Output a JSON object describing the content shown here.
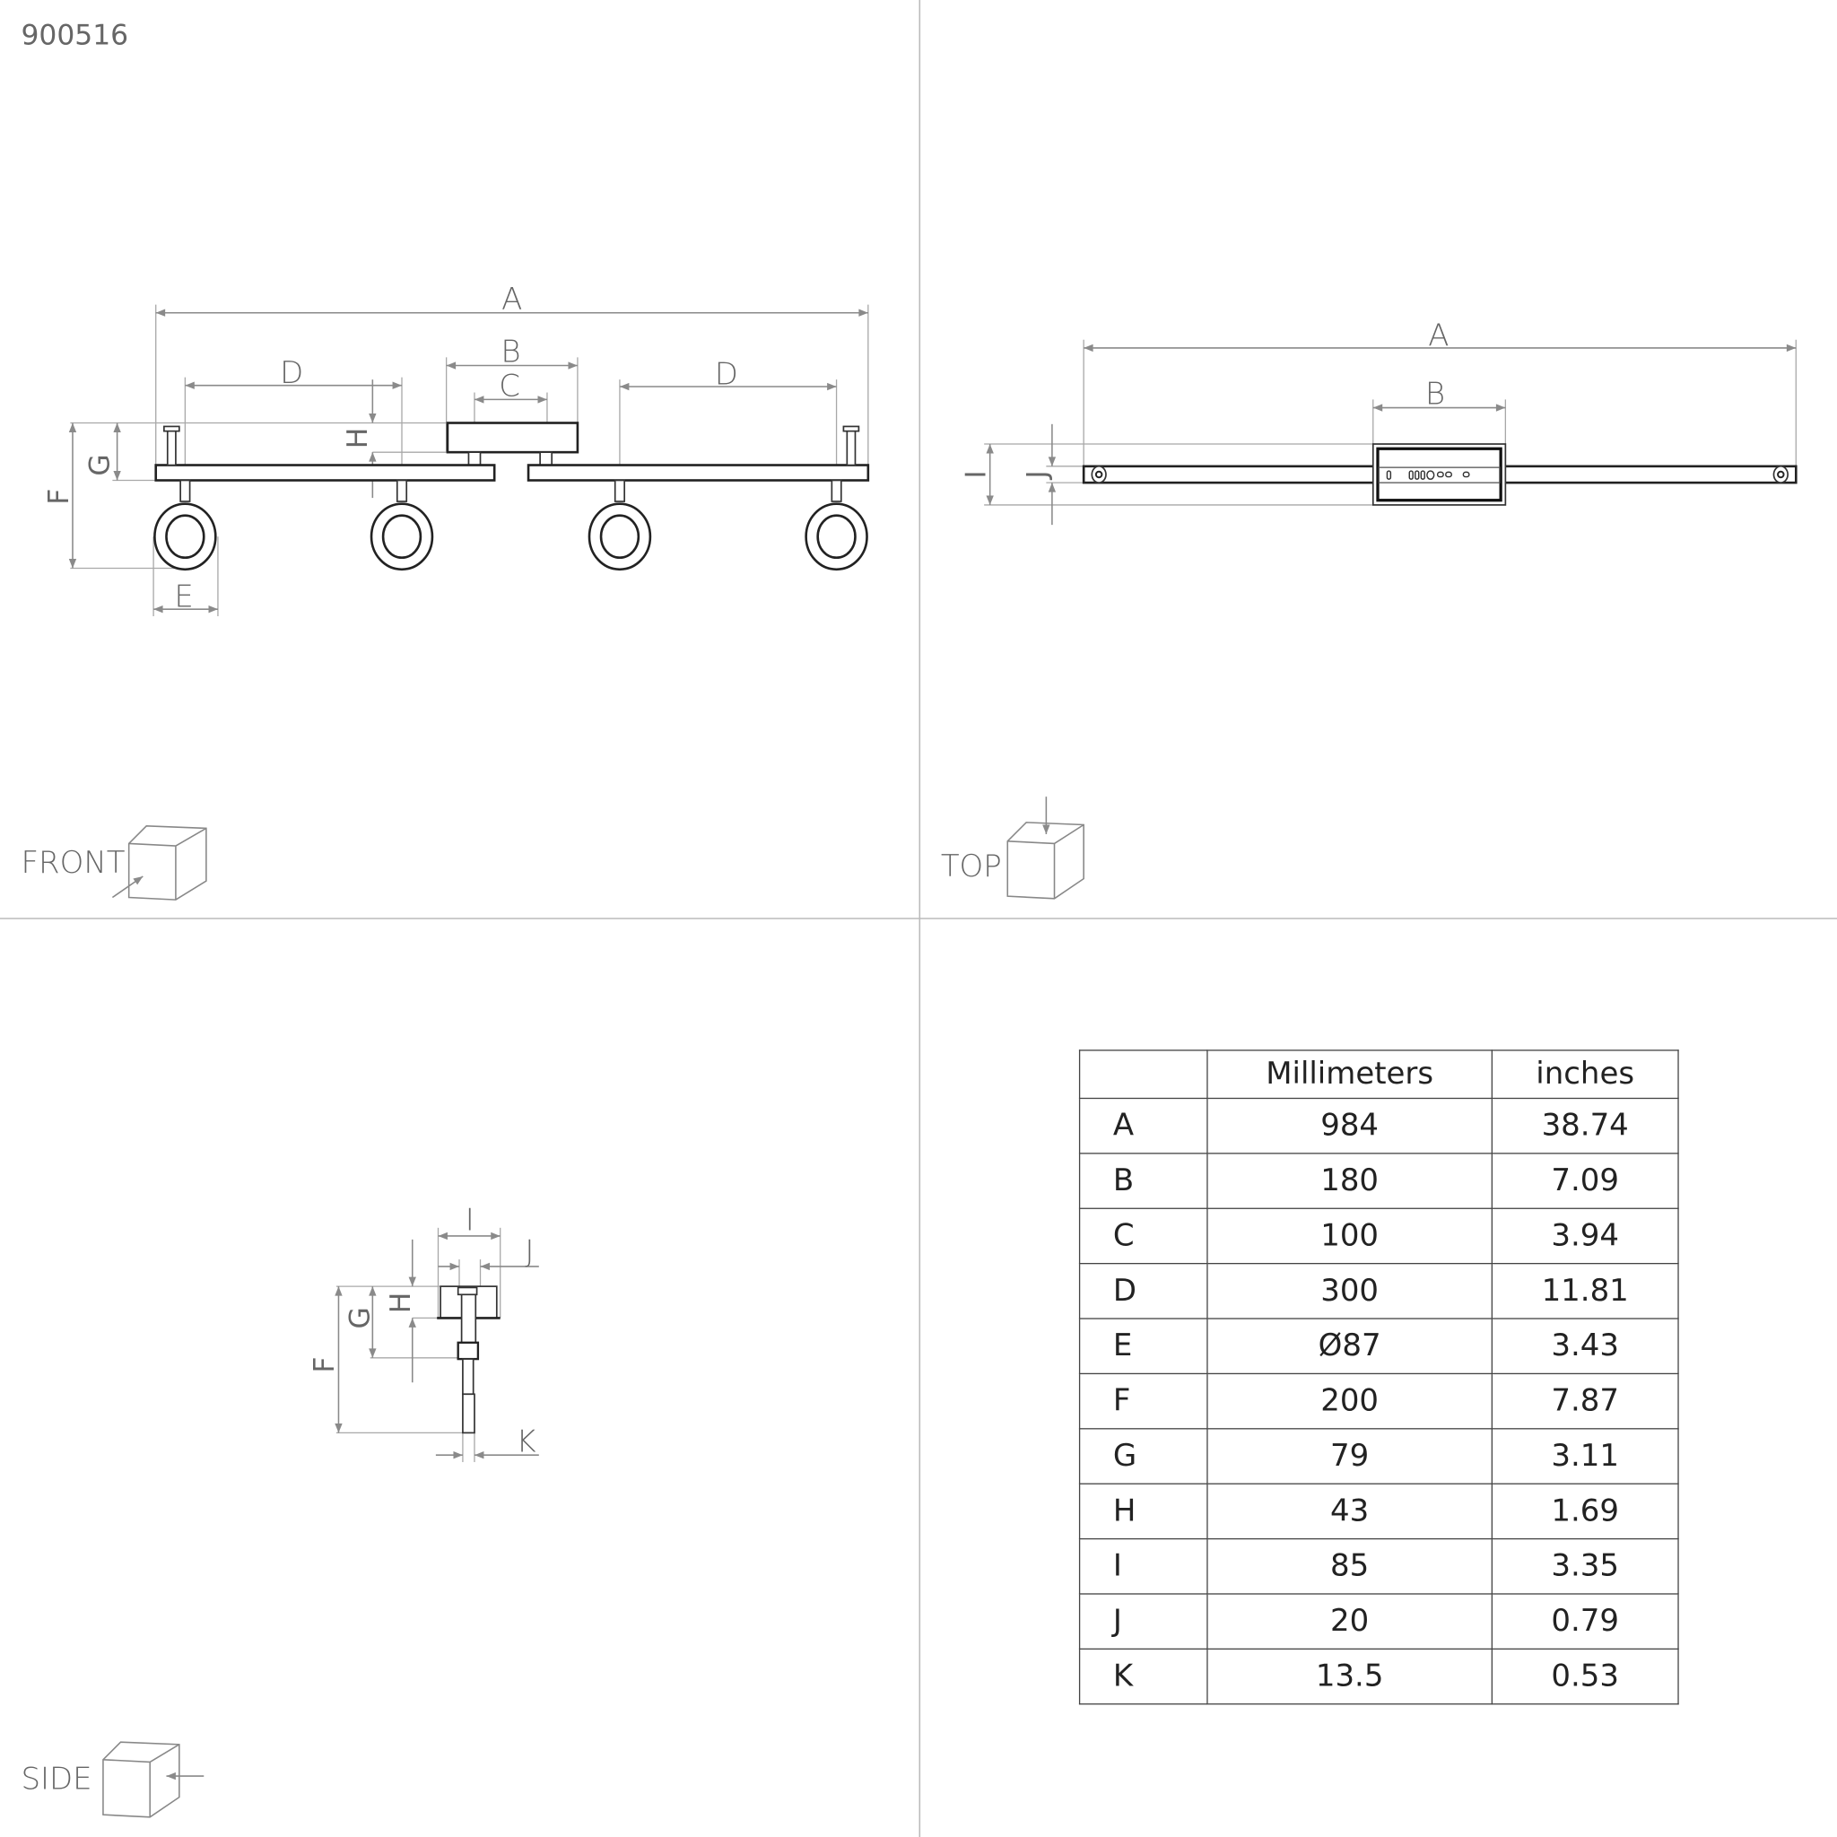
{
  "article_number": "900516",
  "views": {
    "front": {
      "label": "FRONT",
      "dims": {
        "A": "A",
        "B": "B",
        "C": "C",
        "D1": "D",
        "D2": "D",
        "E": "E",
        "F": "F",
        "G": "G",
        "H": "H"
      }
    },
    "top": {
      "label": "TOP",
      "dims": {
        "A": "A",
        "B": "B",
        "I": "I",
        "J": "J"
      }
    },
    "side": {
      "label": "SIDE",
      "dims": {
        "I": "I",
        "J": "J",
        "F": "F",
        "G": "G",
        "H": "H",
        "K": "K"
      }
    }
  },
  "table": {
    "headers": [
      "",
      "Millimeters",
      "inches"
    ],
    "rows": [
      {
        "key": "A",
        "mm": "984",
        "in": "38.74"
      },
      {
        "key": "B",
        "mm": "180",
        "in": "7.09"
      },
      {
        "key": "C",
        "mm": "100",
        "in": "3.94"
      },
      {
        "key": "D",
        "mm": "300",
        "in": "11.81"
      },
      {
        "key": "E",
        "mm": "Ø87",
        "in": "3.43"
      },
      {
        "key": "F",
        "mm": "200",
        "in": "7.87"
      },
      {
        "key": "G",
        "mm": "79",
        "in": "3.11"
      },
      {
        "key": "H",
        "mm": "43",
        "in": "1.69"
      },
      {
        "key": "I",
        "mm": "85",
        "in": "3.35"
      },
      {
        "key": "J",
        "mm": "20",
        "in": "0.79"
      },
      {
        "key": "K",
        "mm": "13.5",
        "in": "0.53"
      }
    ]
  }
}
